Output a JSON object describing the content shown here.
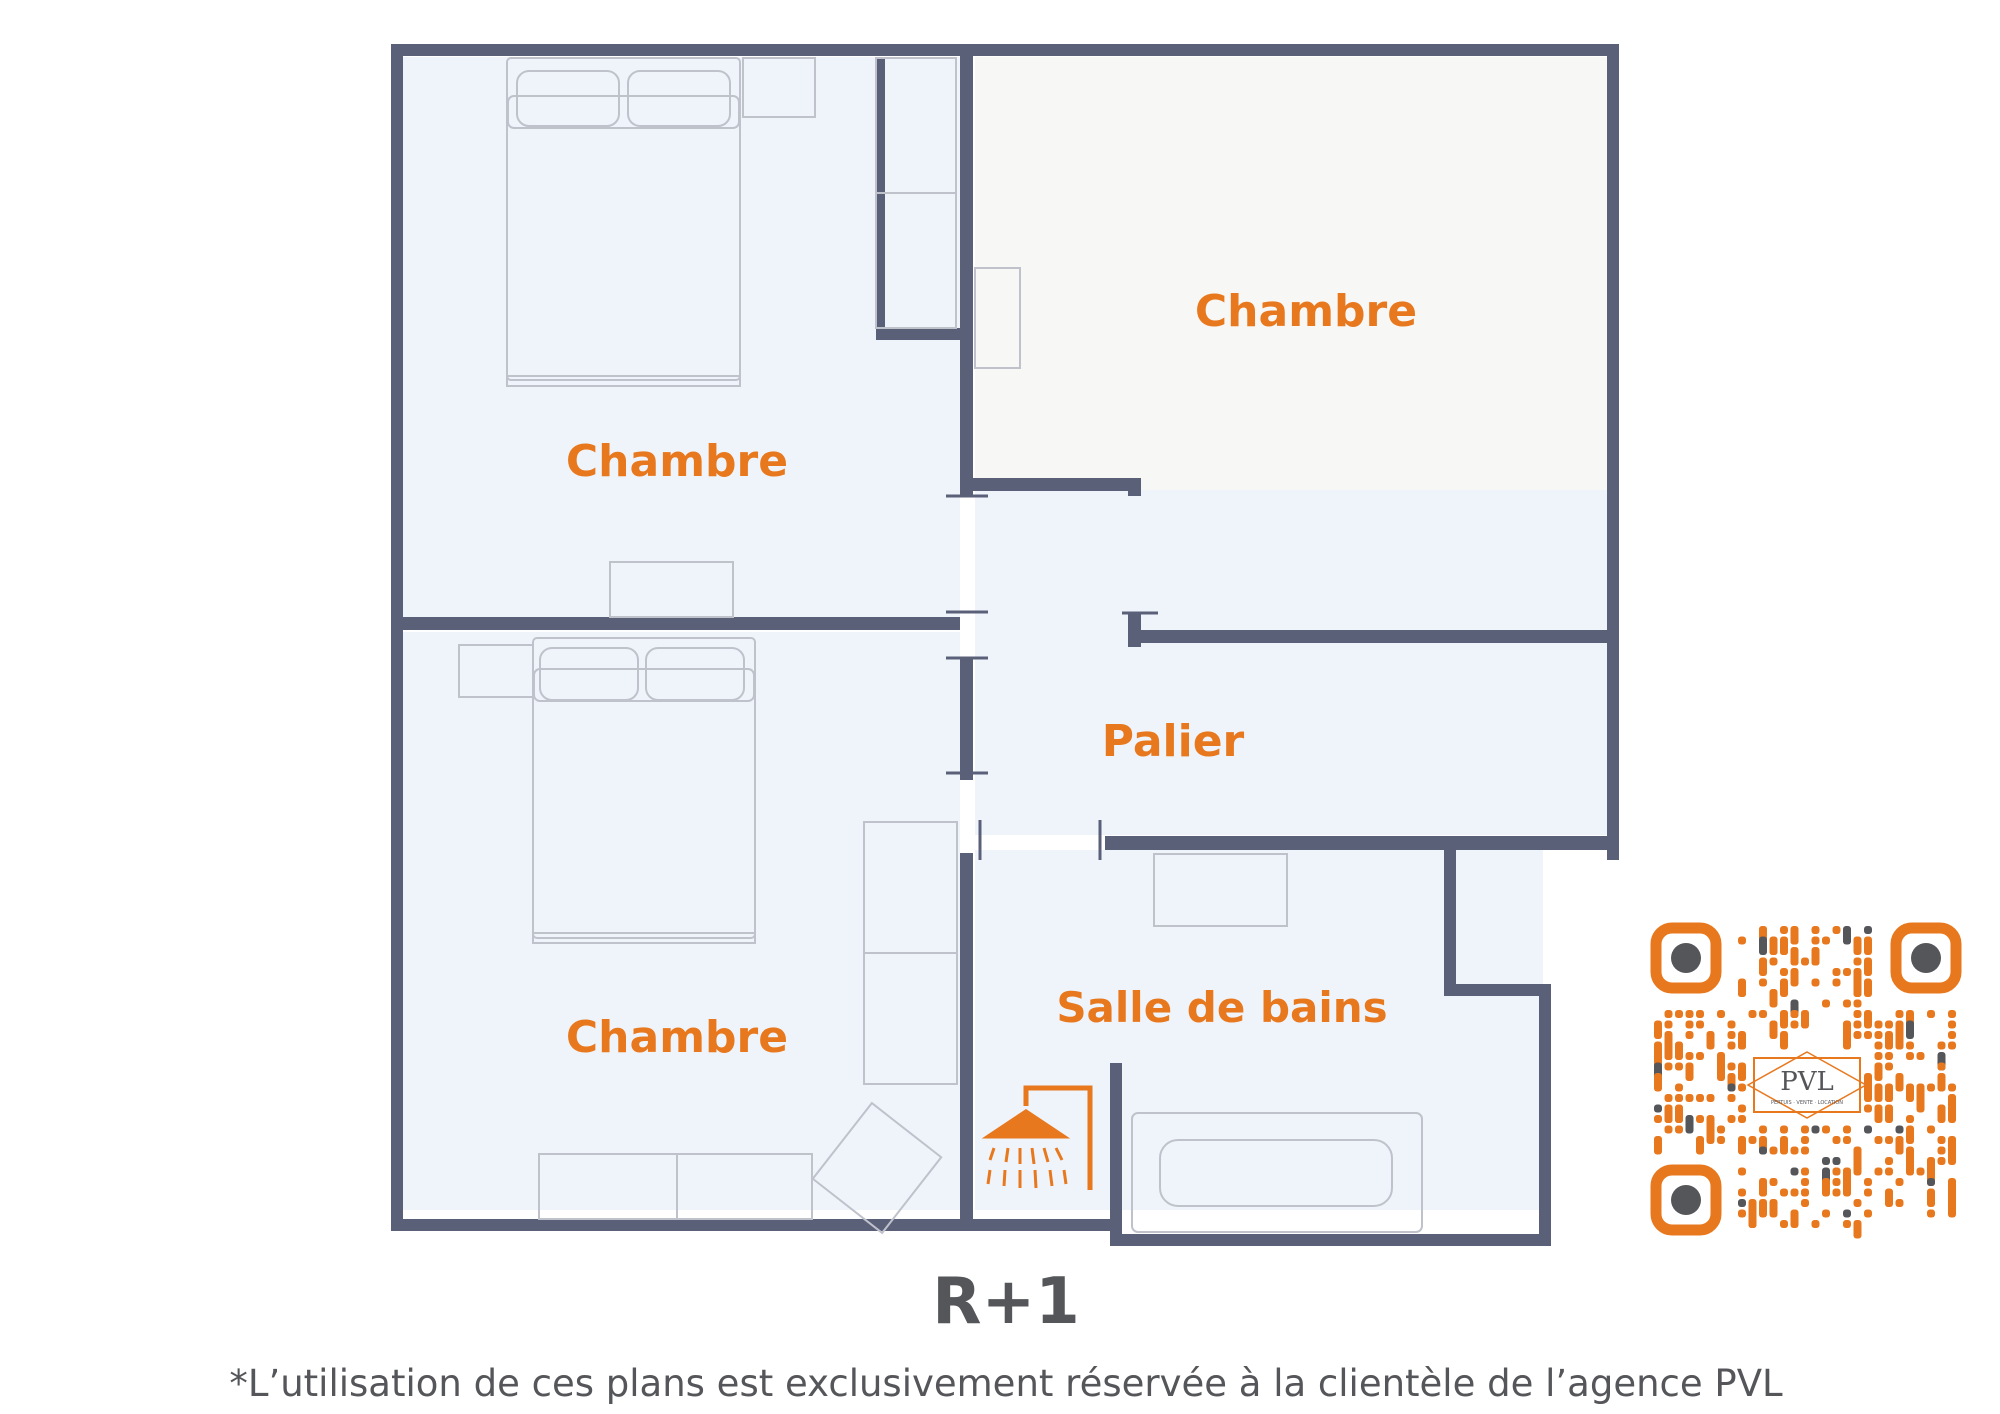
{
  "colors": {
    "wall": "#5B6079",
    "room_fill": "#EFF4FB",
    "room_fill_alt": "#F7F7F5",
    "label": "#E8781E",
    "text": "#55565A",
    "furniture": "#BFC2CB"
  },
  "rooms": {
    "bedroom_top_left": "Chambre",
    "bedroom_top_right": "Chambre",
    "landing": "Palier",
    "bedroom_bottom_left": "Chambre",
    "bathroom": "Salle de bains"
  },
  "level": "R+1",
  "disclaimer": "*L’utilisation de ces plans est exclusivement réservée à la clientèle de l’agence PVL",
  "qr": {
    "logo_text": "PVL",
    "logo_subtext": "PERTUIS · VENTE · LOCATION"
  },
  "icons": [
    "shower-icon",
    "qr-code-icon"
  ]
}
